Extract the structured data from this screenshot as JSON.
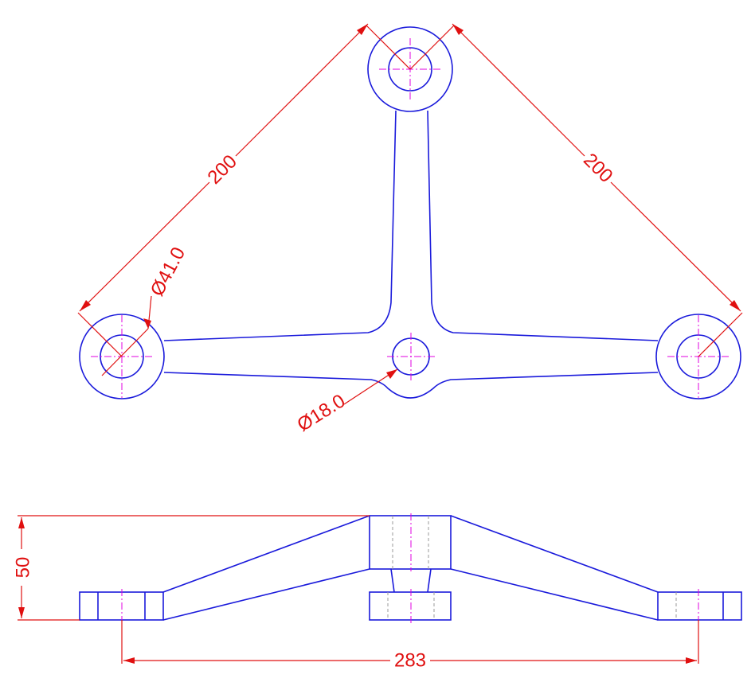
{
  "drawing": {
    "dimensions": {
      "left_arm_length": "200",
      "right_arm_length": "200",
      "boss_diameter": "Ø41.0",
      "center_hole_diameter": "Ø18.0",
      "height": "50",
      "hole_spacing": "283"
    }
  }
}
